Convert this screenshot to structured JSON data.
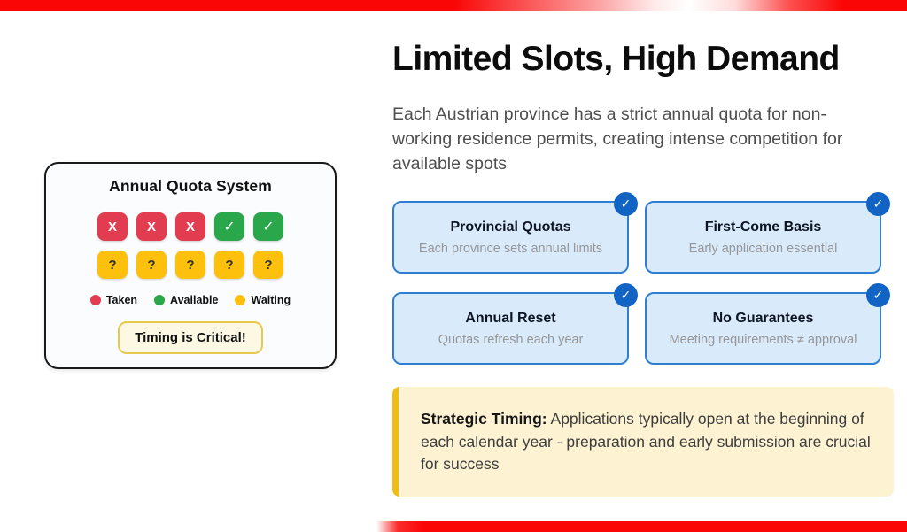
{
  "colors": {
    "accent_red": "#fa0606",
    "taken": "#e13c4f",
    "available": "#2aa64b",
    "waiting": "#fdc10d",
    "card_bg": "#d9eafb",
    "card_border": "#2e7ed2",
    "badge_blue": "#1264c4",
    "badge_bg": "#fdf8e3",
    "badge_border": "#e9c94d",
    "callout_bg": "#fdf3d2",
    "callout_bar": "#f0bd18"
  },
  "icons": {
    "check": "✓"
  },
  "visual": {
    "title": "Annual Quota System",
    "slots": {
      "cells": [
        {
          "type": "taken",
          "symbol": "X"
        },
        {
          "type": "taken",
          "symbol": "X"
        },
        {
          "type": "taken",
          "symbol": "X"
        },
        {
          "type": "available",
          "symbol": "✓"
        },
        {
          "type": "available",
          "symbol": "✓"
        },
        {
          "type": "waiting",
          "symbol": "?"
        },
        {
          "type": "waiting",
          "symbol": "?"
        },
        {
          "type": "waiting",
          "symbol": "?"
        },
        {
          "type": "waiting",
          "symbol": "?"
        },
        {
          "type": "waiting",
          "symbol": "?"
        }
      ]
    },
    "legend": [
      {
        "label": "Taken",
        "color": "#e13c4f"
      },
      {
        "label": "Available",
        "color": "#2aa64b"
      },
      {
        "label": "Waiting",
        "color": "#fdc10d"
      }
    ],
    "badge_label": "Timing is Critical!"
  },
  "content": {
    "heading": "Limited Slots, High Demand",
    "description": "Each Austrian province has a strict annual quota for non-working residence permits, creating intense competition for available spots",
    "cards": [
      {
        "title": "Provincial Quotas",
        "subtitle": "Each province sets annual limits"
      },
      {
        "title": "First-Come Basis",
        "subtitle": "Early application essential"
      },
      {
        "title": "Annual Reset",
        "subtitle": "Quotas refresh each year"
      },
      {
        "title": "No Guarantees",
        "subtitle": "Meeting requirements ≠ approval"
      }
    ],
    "callout": {
      "label": "Strategic Timing:",
      "text": "Applications typically open at the beginning of each calendar year - preparation and early submission are crucial for success"
    }
  }
}
